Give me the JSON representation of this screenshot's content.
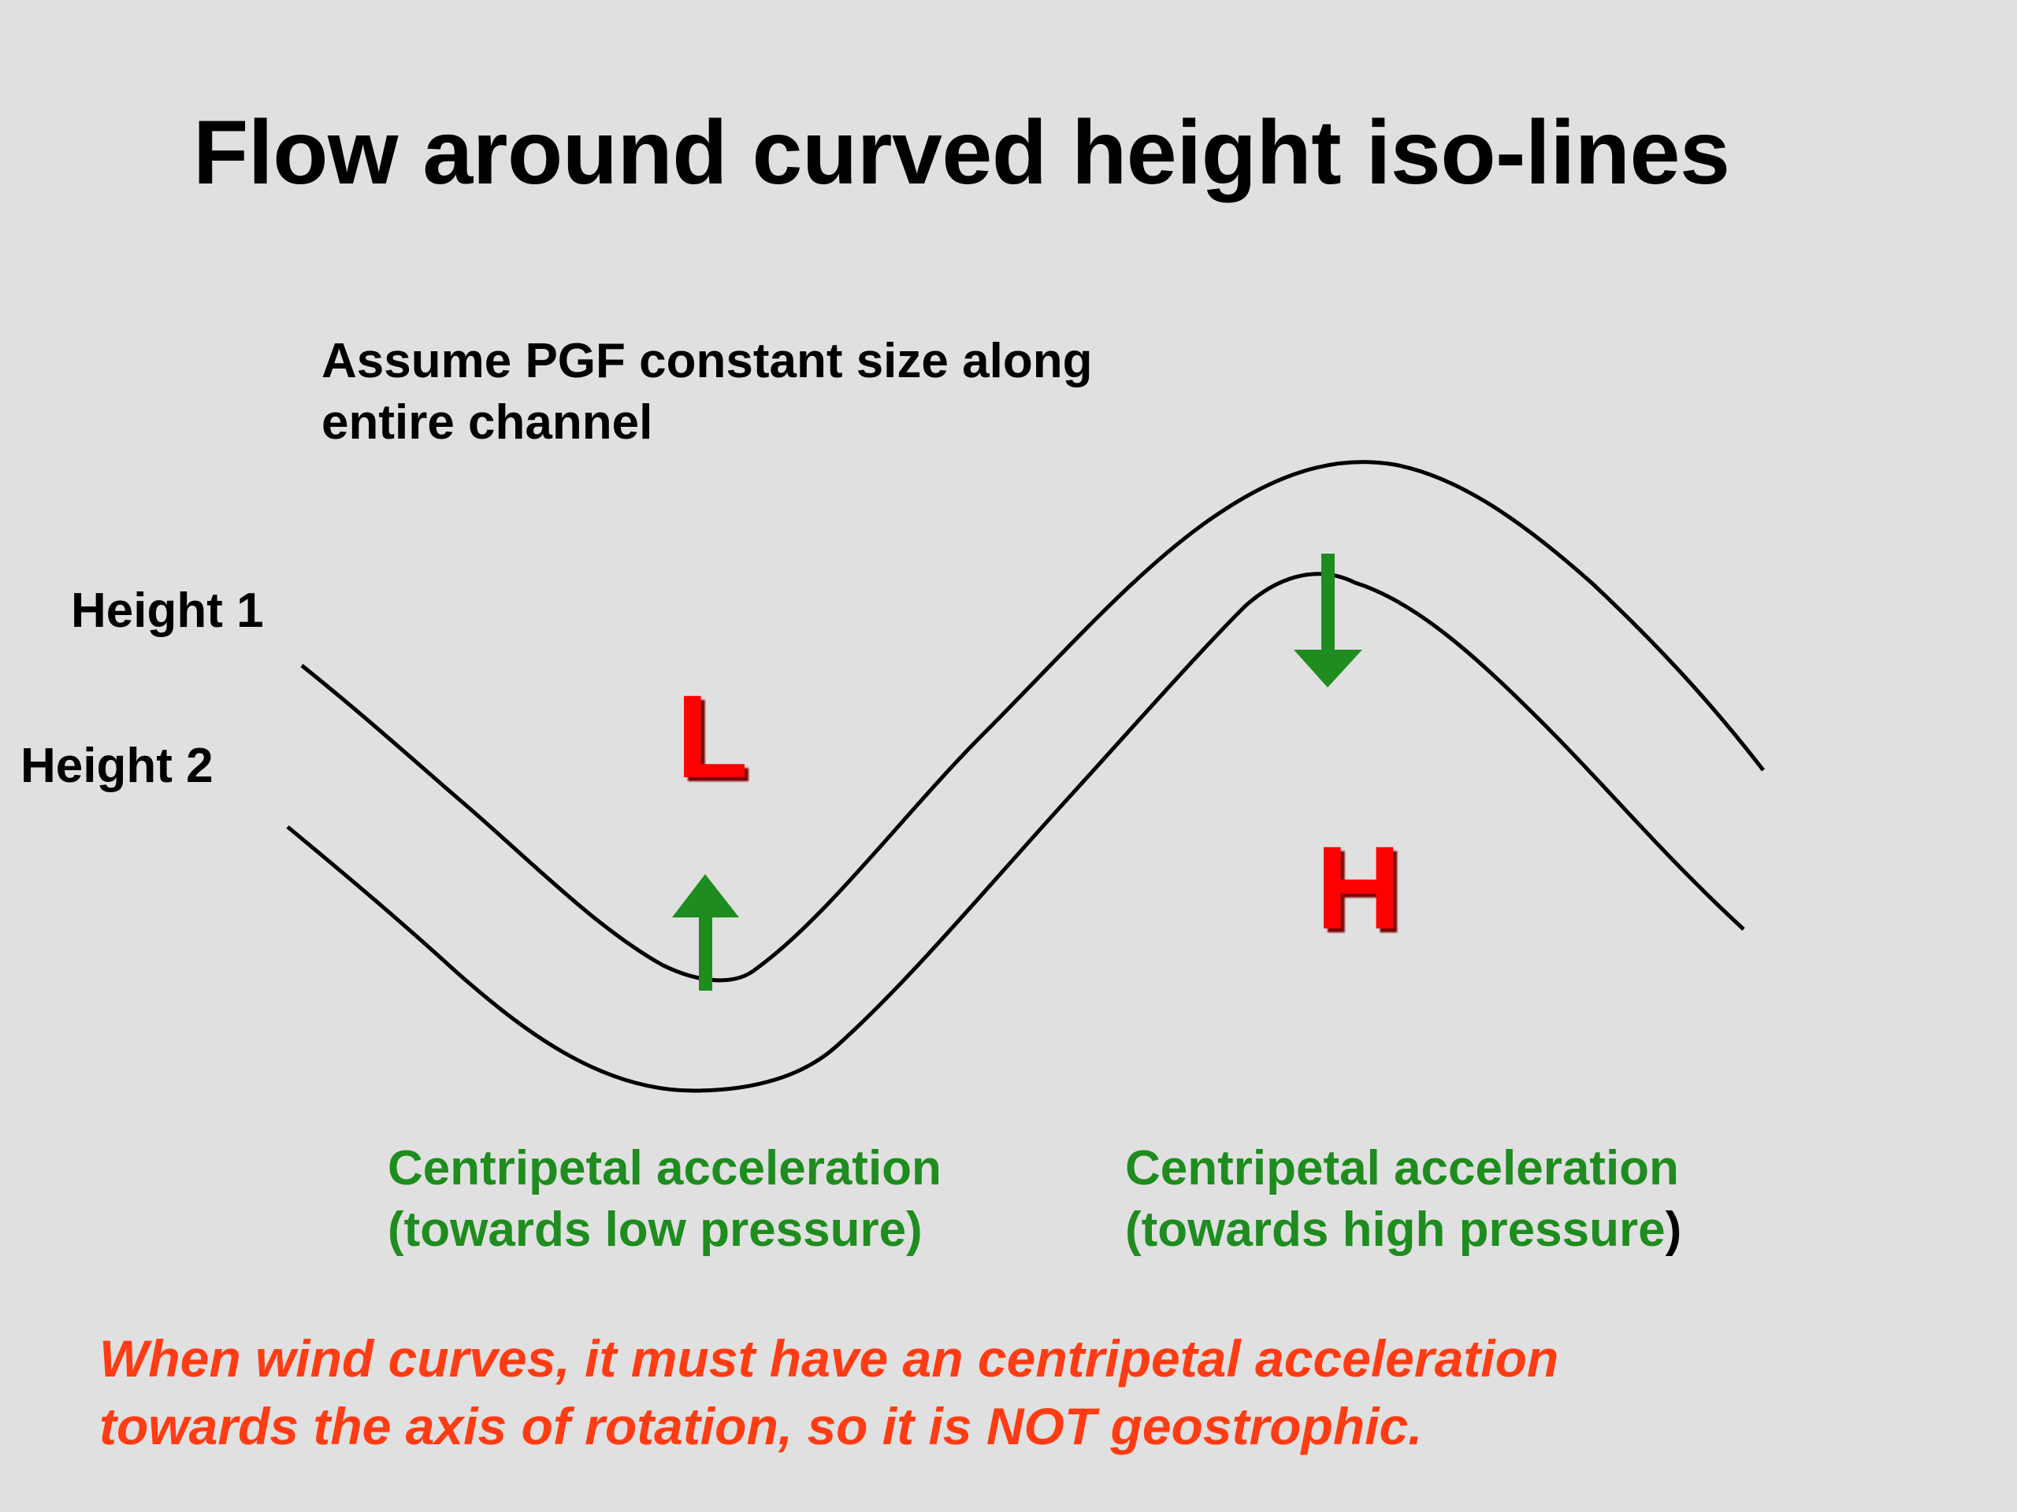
{
  "title": "Flow around curved height iso-lines",
  "assumption": {
    "line1": "Assume PGF constant size along",
    "line2": "entire channel"
  },
  "labels": {
    "height1": "Height 1",
    "height2": "Height 2"
  },
  "pressure": {
    "low": "L",
    "high": "H"
  },
  "acceleration": {
    "low": {
      "line1": "Centripetal acceleration",
      "line2": "(towards low pressure)"
    },
    "high": {
      "line1": "Centripetal acceleration",
      "line2_green": "(towards high pressure",
      "line2_black": ")"
    }
  },
  "conclusion": {
    "line1": "When wind curves, it must have an centripetal acceleration",
    "line2": "towards the axis of rotation, so it is NOT geostrophic."
  },
  "colors": {
    "background": "#e0e0e0",
    "pressure_letters": "#ff0000",
    "arrows": "#1e8c1e",
    "conclusion_text": "#ff3c14"
  }
}
